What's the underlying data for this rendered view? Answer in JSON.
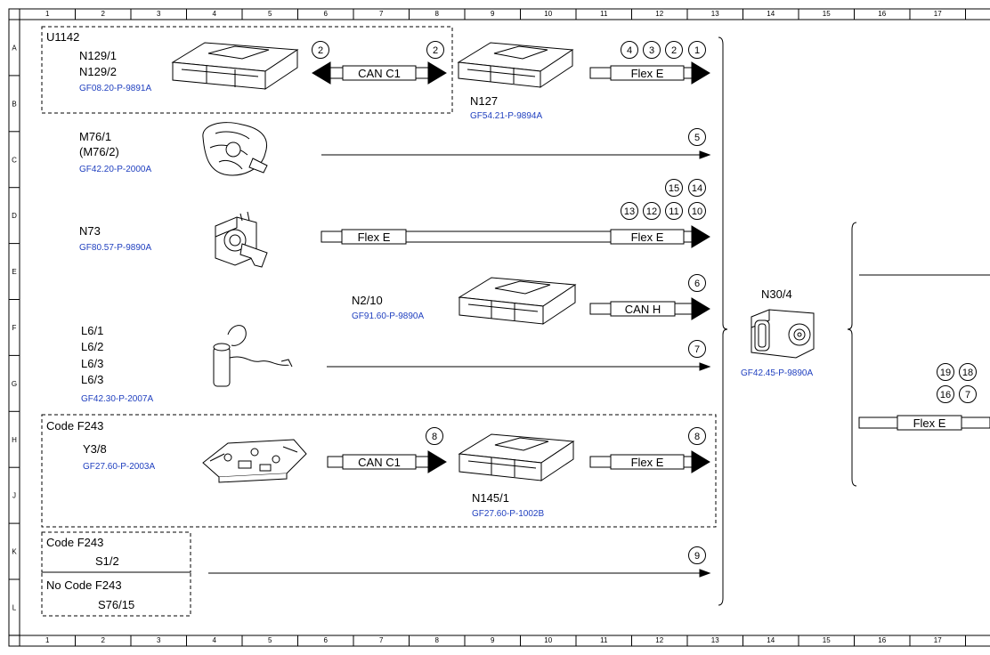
{
  "grid": {
    "columns": [
      "1",
      "2",
      "3",
      "4",
      "5",
      "6",
      "7",
      "8",
      "9",
      "10",
      "11",
      "12",
      "13",
      "14",
      "15",
      "16",
      "17"
    ],
    "rows": [
      "A",
      "B",
      "C",
      "D",
      "E",
      "F",
      "G",
      "H",
      "J",
      "K",
      "L"
    ]
  },
  "groups": {
    "u1142": "U1142",
    "code_f243": "Code F243",
    "code_f243_b": "Code F243",
    "no_code_f243": "No Code F243"
  },
  "components": {
    "n129": {
      "names": [
        "N129/1",
        "N129/2"
      ],
      "ref": "GF08.20-P-9891A"
    },
    "n127": {
      "names": [
        "N127"
      ],
      "ref": "GF54.21-P-9894A"
    },
    "m76": {
      "names": [
        "M76/1",
        "(M76/2)"
      ],
      "ref": "GF42.20-P-2000A"
    },
    "n73": {
      "names": [
        "N73"
      ],
      "ref": "GF80.57-P-9890A"
    },
    "n2_10": {
      "names": [
        "N2/10"
      ],
      "ref": "GF91.60-P-9890A"
    },
    "l6": {
      "names": [
        "L6/1",
        "L6/2",
        "L6/3",
        "L6/3"
      ],
      "ref": "GF42.30-P-2007A"
    },
    "y3_8": {
      "names": [
        "Y3/8"
      ],
      "ref": "GF27.60-P-2003A"
    },
    "n145_1": {
      "names": [
        "N145/1"
      ],
      "ref": "GF27.60-P-1002B"
    },
    "s1_2": {
      "names": [
        "S1/2"
      ]
    },
    "s76_15": {
      "names": [
        "S76/15"
      ]
    },
    "n30_4": {
      "names": [
        "N30/4"
      ],
      "ref": "GF42.45-P-9890A"
    }
  },
  "buses": {
    "can_c1_top": "CAN C1",
    "flex_e_a": "Flex E",
    "flex_e_d_left": "Flex E",
    "flex_e_d_right": "Flex E",
    "can_h": "CAN H",
    "can_c1_h": "CAN C1",
    "flex_e_h": "Flex E",
    "flex_e_out": "Flex E"
  },
  "signals": {
    "can_c1_left": "2",
    "can_c1_right": "2",
    "flex_a": [
      "4",
      "3",
      "2",
      "1"
    ],
    "m76": "5",
    "n73_top": [
      "15",
      "14"
    ],
    "n73_bottom": [
      "13",
      "12",
      "11",
      "10"
    ],
    "n2_10": "6",
    "l6": "7",
    "y3_8": "8",
    "n145": "8",
    "s1_2": "9",
    "out_top": [
      "19",
      "18"
    ],
    "out_bottom": [
      "16",
      "7"
    ]
  }
}
